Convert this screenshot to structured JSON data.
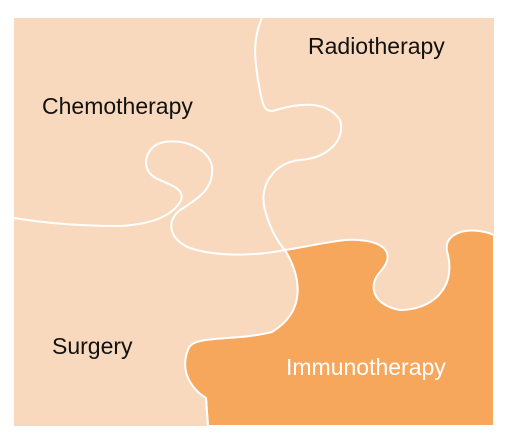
{
  "colors": {
    "piece_light": "#f8d9bd",
    "piece_dark": "#f6a75c",
    "seam": "#ffffff",
    "label_dark": "#111111",
    "label_light": "#ffffff"
  },
  "pieces": [
    {
      "id": "chemotherapy",
      "label": "Chemotherapy"
    },
    {
      "id": "radiotherapy",
      "label": "Radiotherapy"
    },
    {
      "id": "surgery",
      "label": "Surgery"
    },
    {
      "id": "immunotherapy",
      "label": "Immunotherapy"
    }
  ]
}
